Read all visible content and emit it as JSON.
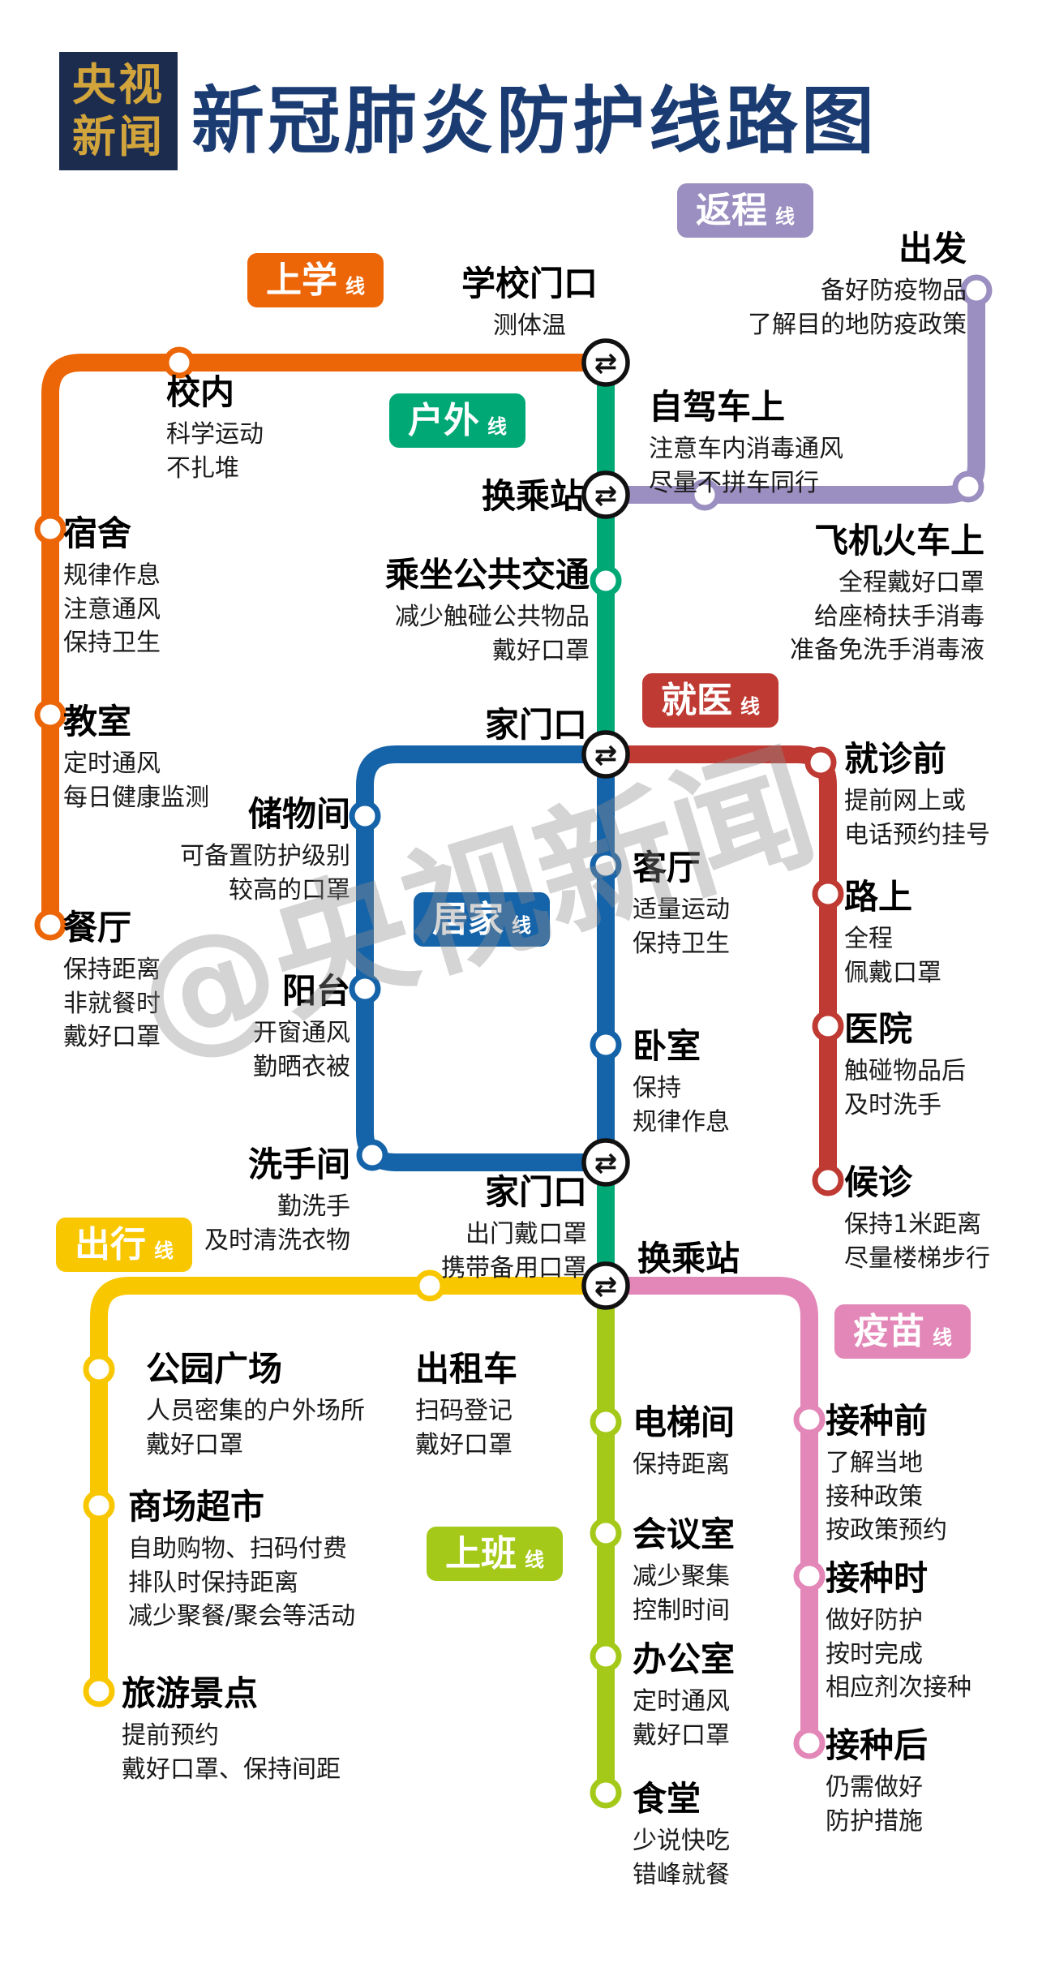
{
  "header": {
    "logo_line1": "央视",
    "logo_line2": "新闻",
    "title": "新冠肺炎防护线路图"
  },
  "watermark": "@央视新闻",
  "icons": {
    "transfer_glyph": "⇄"
  },
  "colors": {
    "shangxue_orange": "#ec6608",
    "fancheng_purple": "#9a8fc0",
    "huwai_green": "#00a876",
    "jiuyi_red": "#bf3a33",
    "jujia_blue": "#1563a8",
    "chuxing_yellow": "#f9c700",
    "shangban_lightgreen": "#a4c919",
    "yimiao_pink": "#e287b7",
    "title_navy": "#1b3c72",
    "logo_navy": "#1b2c4f",
    "logo_gold": "#d2a43c"
  },
  "badges": {
    "shangxue": {
      "name": "上学",
      "suffix": "线"
    },
    "fancheng": {
      "name": "返程",
      "suffix": "线"
    },
    "huwai": {
      "name": "户外",
      "suffix": "线"
    },
    "jiuyi": {
      "name": "就医",
      "suffix": "线"
    },
    "jujia": {
      "name": "居家",
      "suffix": "线"
    },
    "chuxing": {
      "name": "出行",
      "suffix": "线"
    },
    "shangban": {
      "name": "上班",
      "suffix": "线"
    },
    "yimiao": {
      "name": "疫苗",
      "suffix": "线"
    }
  },
  "stations": {
    "xuexiaomenkou": {
      "name": "学校门口",
      "desc": "测体温"
    },
    "chufa": {
      "name": "出发",
      "desc": "备好防疫物品\n了解目的地防疫政策"
    },
    "xiaonei": {
      "name": "校内",
      "desc": "科学运动\n不扎堆"
    },
    "zijiacheshang": {
      "name": "自驾车上",
      "desc": "注意车内消毒通风\n尽量不拼车同行"
    },
    "huanchengzhan1": {
      "name": "换乘站"
    },
    "sushe": {
      "name": "宿舍",
      "desc": "规律作息\n注意通风\n保持卫生"
    },
    "feijihuocheshang": {
      "name": "飞机火车上",
      "desc": "全程戴好口罩\n给座椅扶手消毒\n准备免洗手消毒液"
    },
    "chengzuogongjiao": {
      "name": "乘坐公共交通",
      "desc": "减少触碰公共物品\n戴好口罩"
    },
    "jiaoshi": {
      "name": "教室",
      "desc": "定时通风\n每日健康监测"
    },
    "jiamenkou1": {
      "name": "家门口"
    },
    "jiuzhenqian": {
      "name": "就诊前",
      "desc": "提前网上或\n电话预约挂号"
    },
    "chuwujian": {
      "name": "储物间",
      "desc": "可备置防护级别\n较高的口罩"
    },
    "keting": {
      "name": "客厅",
      "desc": "适量运动\n保持卫生"
    },
    "lushang": {
      "name": "路上",
      "desc": "全程\n佩戴口罩"
    },
    "canting": {
      "name": "餐厅",
      "desc": "保持距离\n非就餐时\n戴好口罩"
    },
    "yangtai": {
      "name": "阳台",
      "desc": "开窗通风\n勤晒衣被"
    },
    "woshi": {
      "name": "卧室",
      "desc": "保持\n规律作息"
    },
    "yiyuan": {
      "name": "医院",
      "desc": "触碰物品后\n及时洗手"
    },
    "xishoujian": {
      "name": "洗手间",
      "desc": "勤洗手\n及时清洗衣物"
    },
    "houzhen": {
      "name": "候诊",
      "desc": "保持1米距离\n尽量楼梯步行"
    },
    "jiamenkou2": {
      "name": "家门口",
      "desc": "出门戴口罩\n携带备用口罩"
    },
    "huanchengzhan2": {
      "name": "换乘站"
    },
    "gongyuanguangchang": {
      "name": "公园广场",
      "desc": "人员密集的户外场所\n戴好口罩"
    },
    "chuzuche": {
      "name": "出租车",
      "desc": "扫码登记\n戴好口罩"
    },
    "diantijian": {
      "name": "电梯间",
      "desc": "保持距离"
    },
    "jiezhongqian": {
      "name": "接种前",
      "desc": "了解当地\n接种政策\n按政策预约"
    },
    "shangchangchaoshi": {
      "name": "商场超市",
      "desc": "自助购物、扫码付费\n排队时保持距离\n减少聚餐/聚会等活动"
    },
    "huiyishi": {
      "name": "会议室",
      "desc": "减少聚集\n控制时间"
    },
    "jiezhongshi": {
      "name": "接种时",
      "desc": "做好防护\n按时完成\n相应剂次接种"
    },
    "bangongshi": {
      "name": "办公室",
      "desc": "定时通风\n戴好口罩"
    },
    "lvyoujingdian": {
      "name": "旅游景点",
      "desc": "提前预约\n戴好口罩、保持间距"
    },
    "jiezhonghou": {
      "name": "接种后",
      "desc": "仍需做好\n防护措施"
    },
    "shitang": {
      "name": "食堂",
      "desc": "少说快吃\n错峰就餐"
    }
  }
}
